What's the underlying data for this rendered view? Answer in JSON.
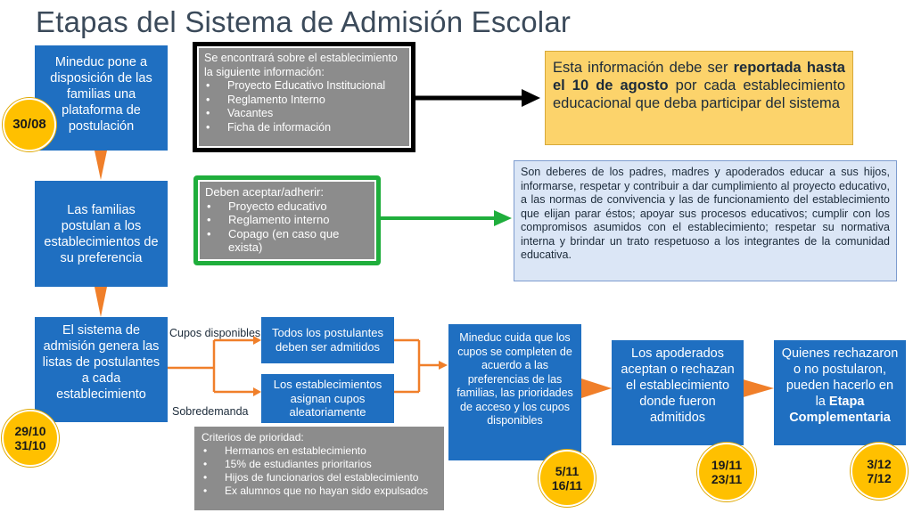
{
  "title": "Etapas del Sistema de Admisión Escolar",
  "box1": {
    "text": "Mineduc pone a disposición de las familias una plataforma de postulación"
  },
  "box2": {
    "text": "Las familias postulan a los establecimientos de su preferencia"
  },
  "box3": {
    "text": "El sistema de admisión genera las listas de postulantes a cada establecimiento"
  },
  "date1": "30/08",
  "date2": {
    "line1": "29/10",
    "line2": "31/10"
  },
  "grey1": {
    "intro": "Se encontrará sobre el establecimiento la siguiente información:",
    "items": [
      "Proyecto Educativo Institucional",
      "Reglamento Interno",
      "Vacantes",
      "Ficha de información"
    ]
  },
  "yellow": {
    "part1": "Esta información debe ser ",
    "bold1": "reportada hasta el 10 de agosto",
    "part2": " por cada establecimiento educacional que deba participar del sistema"
  },
  "grey2": {
    "intro": "Deben aceptar/adherir:",
    "items": [
      "Proyecto educativo",
      "Reglamento interno",
      "Copago (en caso que exista)"
    ]
  },
  "duties": {
    "text": "Son deberes de los padres, madres y apoderados educar a sus hijos, informarse, respetar y contribuir a dar cumplimiento al proyecto educativo, a las normas de convivencia y las de funcionamiento del establecimiento que elijan parar éstos; apoyar sus procesos educativos; cumplir con los compromisos asumidos con el establecimiento; respetar su normativa interna y brindar un trato respetuoso a los integrantes de la comunidad educativa."
  },
  "labels": {
    "cupos": "Cupos disponibles",
    "sobredemanda": "Sobredemanda"
  },
  "box_admitidos": {
    "text": "Todos los postulantes deben ser admitidos"
  },
  "box_aleatorio": {
    "text": "Los establecimientos asignan cupos aleatoriamente"
  },
  "criteria": {
    "intro": "Criterios de prioridad:",
    "items": [
      "Hermanos en establecimiento",
      "15% de estudiantes prioritarios",
      "Hijos de funcionarios del establecimiento",
      "Ex alumnos que no hayan sido expulsados"
    ]
  },
  "box_mineduc": {
    "text": "Mineduc cuida que los cupos se completen de acuerdo a las preferencias de las familias, las prioridades de acceso y los cupos disponibles"
  },
  "date3": {
    "line1": "5/11",
    "line2": "16/11"
  },
  "box_apoderados": {
    "text": "Los apoderados aceptan o rechazan el establecimiento donde fueron admitidos"
  },
  "date4": {
    "line1": "19/11",
    "line2": "23/11"
  },
  "box_complementaria": {
    "text": "Quienes rechazaron o no postularon, pueden hacerlo en la ",
    "bold": "Etapa Complementaria"
  },
  "date5": {
    "line1": "3/12",
    "line2": "7/12"
  },
  "colors": {
    "blue": "#1f6fc1",
    "grey": "#8c8c8c",
    "yellow": "#fcd36b",
    "lightblue": "#dbe6f6",
    "orange": "#f07f2a",
    "gold": "#ffc000",
    "black_frame": "#000000",
    "green_frame": "#1fae3c"
  }
}
